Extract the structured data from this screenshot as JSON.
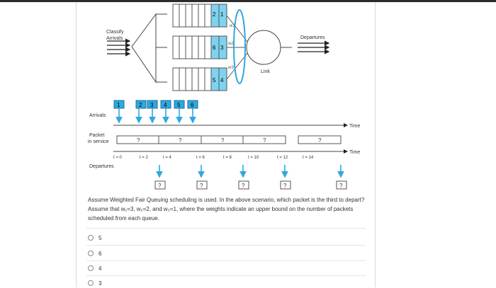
{
  "diagram": {
    "classify_label_1": "Classify",
    "classify_label_2": "Arrivals",
    "departures_label": "Departures",
    "link_label": "Link",
    "weights": [
      "w1",
      "w2",
      "w3"
    ],
    "queues": [
      {
        "packets": [
          "2",
          "1"
        ],
        "color": "#7dd3f0"
      },
      {
        "packets": [
          "6",
          "3"
        ],
        "color": "#7dd3f0"
      },
      {
        "packets": [
          "5",
          "4"
        ],
        "color": "#7dd3f0"
      }
    ],
    "arrival_packets": [
      "1",
      "2",
      "3",
      "4",
      "5",
      "6"
    ],
    "arrivals_label": "Arrivals",
    "packet_label_1": "Packet",
    "packet_label_2": "in service",
    "departures_row_label": "Departures",
    "time_label": "Time",
    "time_ticks": [
      "t = 0",
      "t = 2",
      "t = 4",
      "t = 6",
      "t = 8",
      "t = 10",
      "t = 12",
      "t = 14"
    ],
    "unknown_mark": "?",
    "accent_color": "#2ea8e0"
  },
  "question": "Assume Weighted Fair Queuing scheduling is used. In the above scenario, which packet is the third to depart? Assume that w₁=3, w₂=2, and w₃=1, where the weights indicate an upper bound on the number of packets scheduled from each queue.",
  "options": [
    "5",
    "6",
    "4",
    "3"
  ]
}
